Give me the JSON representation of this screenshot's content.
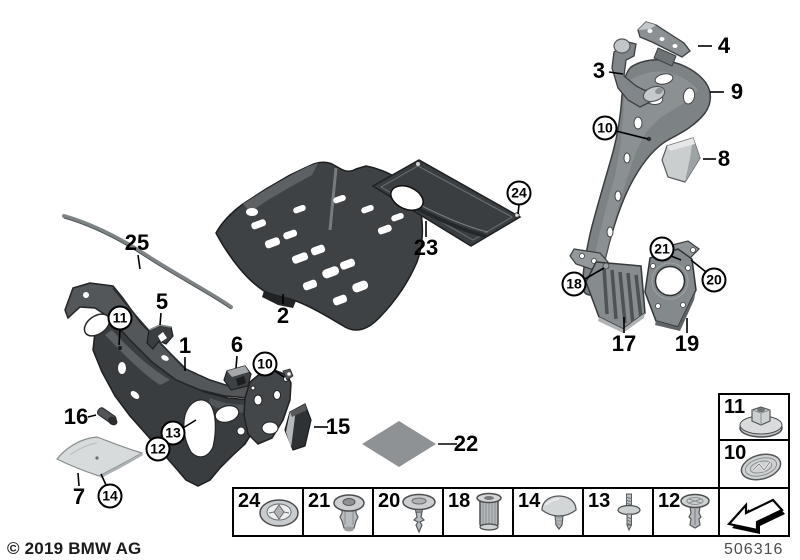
{
  "footer": {
    "copyright": "© 2019 BMW AG",
    "diagram_number": "506316"
  },
  "diagram": {
    "callouts_plain": {
      "1": "1",
      "2": "2",
      "3": "3",
      "4": "4",
      "5": "5",
      "6": "6",
      "7": "7",
      "8": "8",
      "9": "9",
      "15": "15",
      "16": "16",
      "17": "17",
      "19": "19",
      "22": "22",
      "23": "23",
      "25": "25"
    },
    "callouts_circled": {
      "10a": "10",
      "10b": "10",
      "11": "11",
      "12": "12",
      "13": "13",
      "14": "14",
      "18": "18",
      "20": "20",
      "21": "21",
      "24": "24"
    }
  },
  "legend": {
    "bottom_row": [
      {
        "number": "24",
        "icon": "push-nut-washer"
      },
      {
        "number": "21",
        "icon": "expansion-rivet"
      },
      {
        "number": "20",
        "icon": "spreading-clip"
      },
      {
        "number": "18",
        "icon": "blind-rivet-nut"
      },
      {
        "number": "14",
        "icon": "cover-cap"
      },
      {
        "number": "13",
        "icon": "stud-screw"
      },
      {
        "number": "12",
        "icon": "expanding-rivet"
      }
    ],
    "side_column": [
      {
        "number": "11",
        "icon": "flange-nut"
      },
      {
        "number": "10",
        "icon": "oval-grommet"
      }
    ],
    "arrow_box": {
      "icon": "direction-arrow"
    }
  },
  "colors": {
    "part_dark": "#3b3e41",
    "part_mid": "#84898c",
    "part_light": "#d7dadb",
    "line": "#000000",
    "doc_number_text": "#4d4d4d"
  }
}
